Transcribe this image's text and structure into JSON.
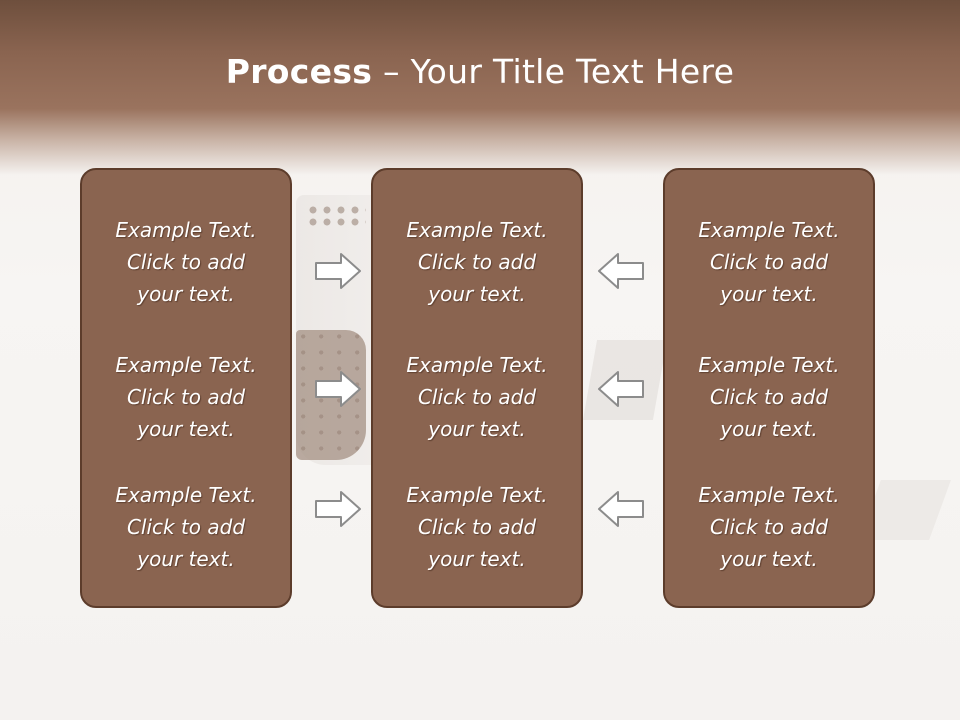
{
  "title": {
    "bold": "Process",
    "rest": " – Your Title Text Here"
  },
  "columns": [
    {
      "items": [
        "Example Text.\nClick  to add\nyour text.",
        "Example Text.\nClick  to add\nyour text.",
        "Example Text.\nClick  to add\nyour text."
      ]
    },
    {
      "items": [
        "Example Text.\nClick  to add\nyour text.",
        "Example Text.\nClick  to add\nyour text.",
        "Example Text.\nClick  to add\nyour text."
      ]
    },
    {
      "items": [
        "Example Text.\nClick  to add\nyour text.",
        "Example Text.\nClick  to add\nyour text.",
        "Example Text.\nClick  to add\nyour text."
      ]
    }
  ],
  "arrows": {
    "left_side": "right-arrow-icon",
    "right_side": "left-arrow-icon"
  },
  "colors": {
    "panel": "#8a6450",
    "panel_border": "#5c3c2b",
    "header": "#8a6450",
    "text": "#ffffff",
    "arrow_stroke": "#8c8c8c"
  }
}
